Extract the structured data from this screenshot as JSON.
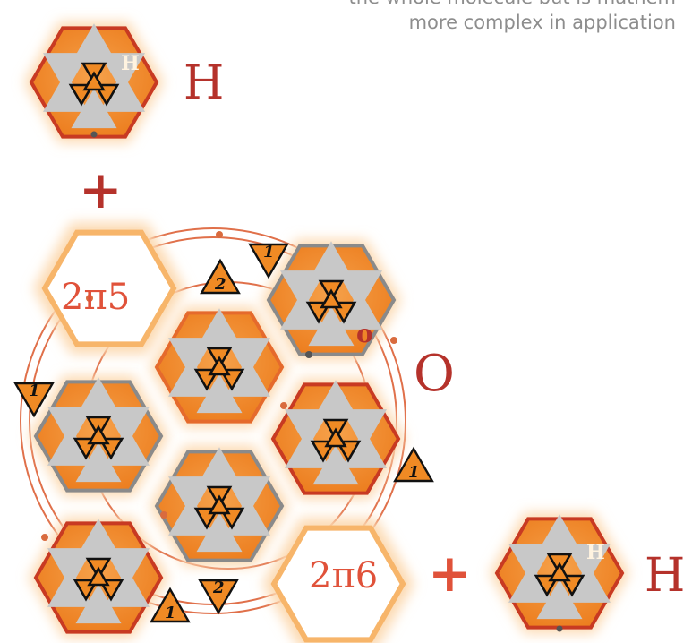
{
  "caption": {
    "line1": "the whole molecule but is mathem",
    "line2": "more complex in application"
  },
  "labels": {
    "h_top": "H",
    "h_top_badge": "H",
    "plus_top": "+",
    "o_big": "O",
    "o_small": "o",
    "two_pi_five": "2π5",
    "two_pi_six": "2π6",
    "plus_bottom": "+",
    "h_bottom": "H",
    "h_bottom_badge": "H"
  },
  "triangle_numbers": {
    "t1": "1",
    "t2": "2",
    "t3": "1",
    "t4": "1",
    "t5": "2",
    "t6": "1"
  },
  "colors": {
    "orange": "#f08a24",
    "orange_light": "#f7b56a",
    "glow": "#fcd9b0",
    "grey": "#c8c8c8",
    "red": "#b5322b",
    "orbit": "#e0704a",
    "label_red": "#e0523a"
  }
}
